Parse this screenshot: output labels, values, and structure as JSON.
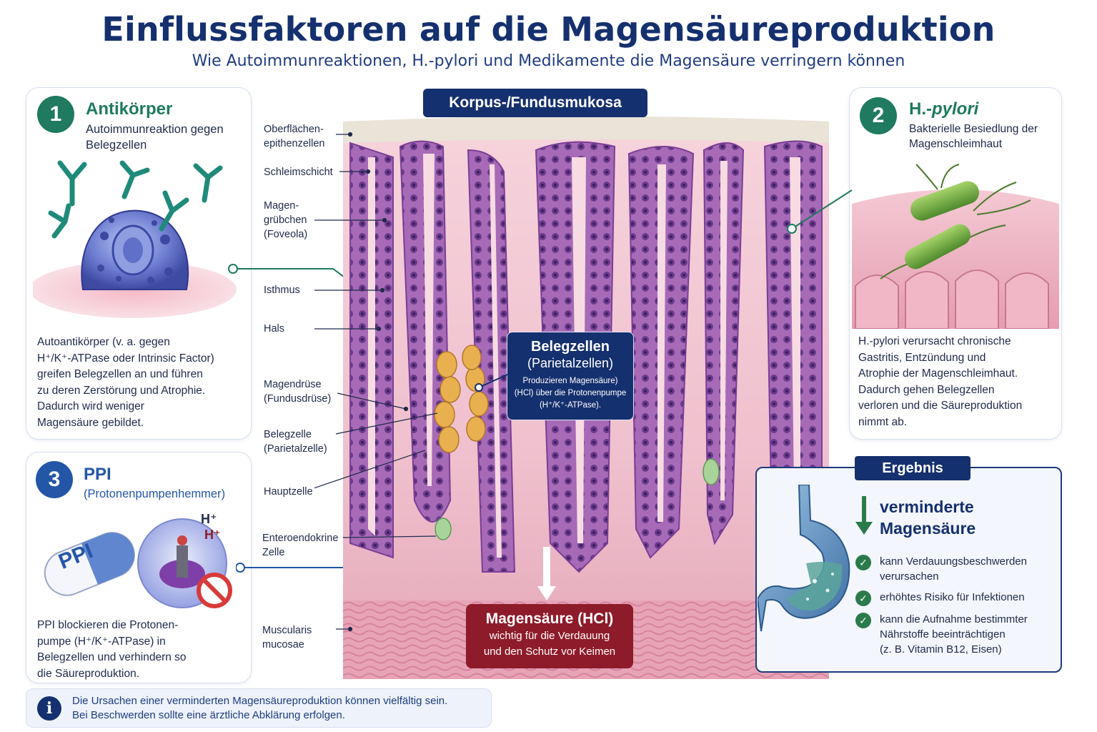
{
  "header": {
    "title": "Einflussfaktoren auf die Magensäureproduktion",
    "subtitle": "Wie Autoimmunreaktionen, H.-pylori und Medikamente die Magensäure verringern können"
  },
  "colors": {
    "navy": "#15306e",
    "green": "#1f7a5f",
    "blue": "#2456a8",
    "red": "#8e1b2a"
  },
  "panel_1": {
    "number": "1",
    "title": "Antikörper",
    "subtitle_lines": [
      "Autoimmunreaktion gegen",
      "Belegzellen"
    ],
    "text_lines": [
      "Autoantikörper (v. a. gegen",
      "H⁺/K⁺-ATPase oder Intrinsic Factor)",
      "greifen Belegzellen an und führen",
      "zu deren Zerstörung und Atrophie.",
      "Dadurch wird weniger",
      "Magensäure gebildet."
    ]
  },
  "panel_2": {
    "number": "2",
    "title_plain": "H.-",
    "title_italic": "pylori",
    "subtitle_lines": [
      "Bakterielle Besiedlung der",
      "Magenschleimhaut"
    ],
    "text_lines": [
      "H.-pylori verursacht chronische",
      "Gastritis, Entzündung und",
      "Atrophie der Magenschleimhaut.",
      "Dadurch gehen Belegzellen",
      "verloren und die Säureproduktion",
      "nimmt ab."
    ]
  },
  "panel_3": {
    "number": "3",
    "title": "PPI",
    "subtitle": "(Protonenpumpenhemmer)",
    "pill_label": "PPI",
    "proton_1": "H⁺",
    "proton_2": "H⁺",
    "text_lines": [
      "PPI blockieren die Protonen-",
      "pumpe (H⁺/K⁺-ATPase) in",
      "Belegzellen und verhindern so",
      "die Säureproduktion."
    ]
  },
  "histology": {
    "section_label": "Korpus-/Fundusmukosa",
    "labels": [
      [
        "Oberflächen-",
        "epithenzellen"
      ],
      [
        "Schleimschicht"
      ],
      [
        "Magen-",
        "grübchen",
        "(Foveola)"
      ],
      [
        "Isthmus"
      ],
      [
        "Hals"
      ],
      [
        "Magendrüse",
        "(Fundusdrüse)"
      ],
      [
        "Belegzelle",
        "(Parietalzelle)"
      ],
      [
        "Hauptzelle"
      ],
      [
        "Enteroendokrine",
        "Zelle"
      ],
      [
        "Muscularis",
        "mucosae"
      ]
    ],
    "belegzellen": {
      "title": "Belegzellen",
      "subtitle": "(Parietalzellen)",
      "text_lines": [
        "Produzieren Magensäure)",
        "(HCl) über die Protonenpumpe",
        "(H⁺/K⁺-ATPase)."
      ]
    },
    "hcl": {
      "title": "Magensäure (HCl)",
      "text_lines": [
        "wichtig für die Verdauung",
        "und den Schutz vor Keimen"
      ]
    }
  },
  "result": {
    "tab": "Ergebnis",
    "headline_lines": [
      "verminderte",
      "Magensäure"
    ],
    "items": [
      [
        "kann Verdauungsbeschwerden",
        "verursachen"
      ],
      [
        "erhöhtes Risiko für Infektionen"
      ],
      [
        "kann die Aufnahme bestimmter",
        "Nährstoffe beeinträchtigen",
        "(z. B. Vitamin B12, Eisen)"
      ]
    ],
    "check_glyph": "✓"
  },
  "footer": {
    "icon": "i",
    "lines": [
      "Die Ursachen einer verminderten Magensäureproduktion können vielfältig sein.",
      "Bei Beschwerden sollte eine ärztliche Abklärung erfolgen."
    ]
  }
}
